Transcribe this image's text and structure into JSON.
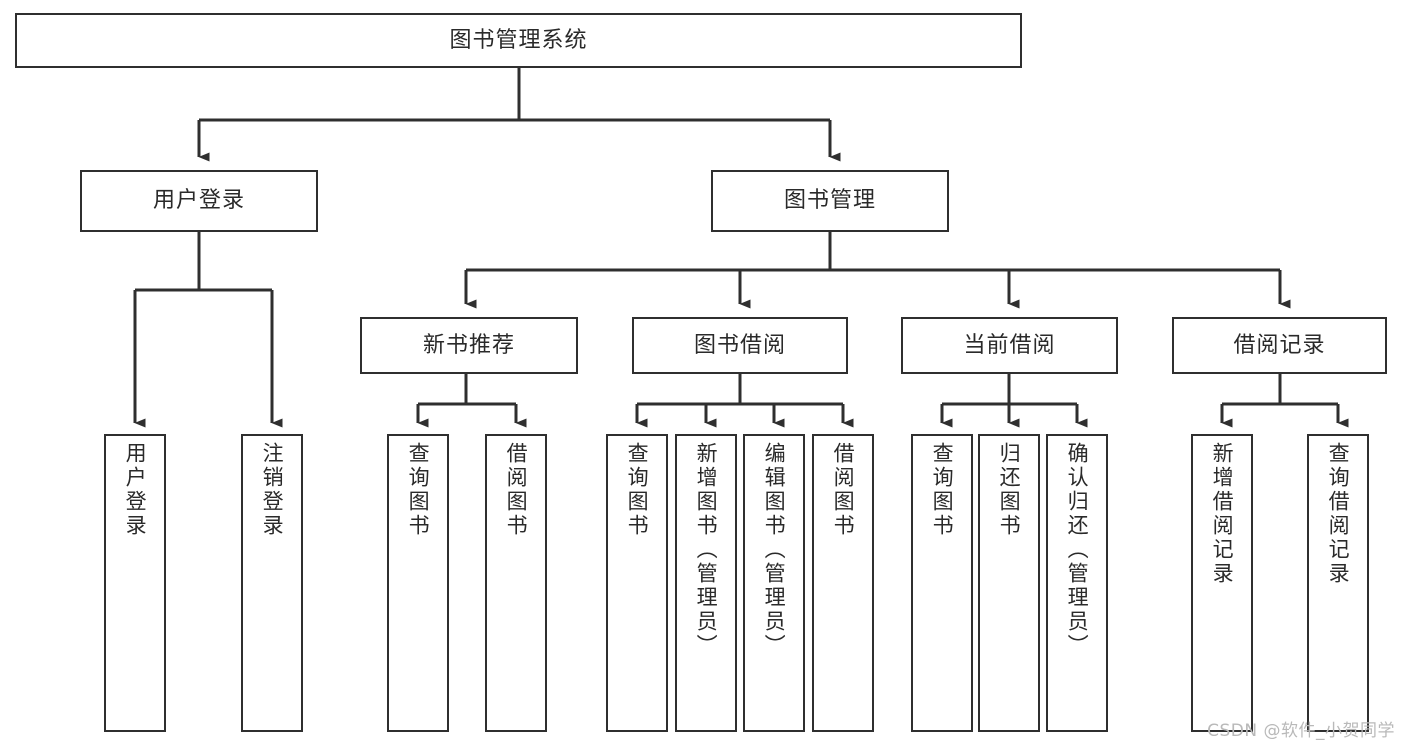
{
  "diagram": {
    "title": "图书管理系统",
    "watermark": "CSDN @软件_小贺同学",
    "colors": {
      "stroke": "#2f2f2f",
      "fill": "#ffffff",
      "text": "#2a2a2a",
      "watermark": "#b9b9b9"
    },
    "root": {
      "id": "root",
      "label": "图书管理系统"
    },
    "level2": [
      {
        "id": "user-login",
        "label": "用户登录"
      },
      {
        "id": "book-manage",
        "label": "图书管理"
      }
    ],
    "level3": [
      {
        "id": "new-book-recommend",
        "label": "新书推荐"
      },
      {
        "id": "book-borrow",
        "label": "图书借阅"
      },
      {
        "id": "current-borrow",
        "label": "当前借阅"
      },
      {
        "id": "borrow-record",
        "label": "借阅记录"
      }
    ],
    "leaves": {
      "user_login": [
        {
          "id": "leaf-user-login",
          "label": "用户登录"
        },
        {
          "id": "leaf-logout-login",
          "label": "注销登录"
        }
      ],
      "new_book_recommend": [
        {
          "id": "leaf-query-book-1",
          "label": "查询图书"
        },
        {
          "id": "leaf-borrow-book-1",
          "label": "借阅图书"
        }
      ],
      "book_borrow": [
        {
          "id": "leaf-query-book-2",
          "label": "查询图书"
        },
        {
          "id": "leaf-add-book",
          "label": "新增图书（管理员）"
        },
        {
          "id": "leaf-edit-book",
          "label": "编辑图书（管理员）"
        },
        {
          "id": "leaf-borrow-book-2",
          "label": "借阅图书"
        }
      ],
      "current_borrow": [
        {
          "id": "leaf-query-book-3",
          "label": "查询图书"
        },
        {
          "id": "leaf-return-book",
          "label": "归还图书"
        },
        {
          "id": "leaf-confirm-return",
          "label": "确认归还（管理员）"
        }
      ],
      "borrow_record": [
        {
          "id": "leaf-add-record",
          "label": "新增借阅记录"
        },
        {
          "id": "leaf-query-record",
          "label": "查询借阅记录"
        }
      ]
    }
  }
}
